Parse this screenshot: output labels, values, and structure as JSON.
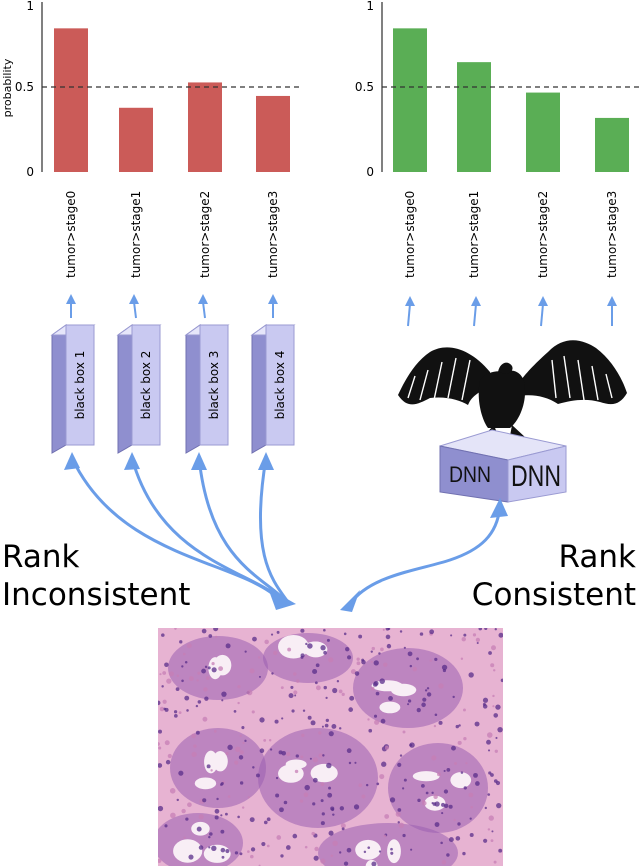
{
  "colors": {
    "left_bars": "#cb5b58",
    "right_bars": "#5aae55",
    "arrow": "#6a9de8",
    "box_front": "#c9c9f1",
    "box_side": "#8f8fcf",
    "tissue_bg": "#e9b7d4"
  },
  "chart_data": [
    {
      "type": "bar",
      "categories": [
        "tumor>stage0",
        "tumor>stage1",
        "tumor>stage2",
        "tumor>stage3"
      ],
      "values": [
        0.85,
        0.38,
        0.53,
        0.45
      ],
      "ylabel": "probability",
      "ylim": [
        0,
        1
      ],
      "yticks": [
        "0",
        "0.5",
        "1"
      ],
      "threshold": 0.5,
      "grid": false
    },
    {
      "type": "bar",
      "categories": [
        "tumor>stage0",
        "tumor>stage1",
        "tumor>stage2",
        "tumor>stage3"
      ],
      "values": [
        0.85,
        0.65,
        0.47,
        0.32
      ],
      "ylabel": "",
      "ylim": [
        0,
        1
      ],
      "yticks": [
        "0",
        "0.5",
        "1"
      ],
      "threshold": 0.5,
      "grid": false
    }
  ],
  "black_boxes": [
    "black box 1",
    "black box 2",
    "black box 3",
    "black box 4"
  ],
  "dnn": {
    "left_face": "DNN",
    "right_face": "DNN"
  },
  "labels": {
    "left_line1": "Rank",
    "left_line2": "Inconsistent",
    "right_line1": "Rank",
    "right_line2": "Consistent"
  },
  "icons": {
    "eagle": "eagle-icon",
    "tissue": "histology-image"
  }
}
